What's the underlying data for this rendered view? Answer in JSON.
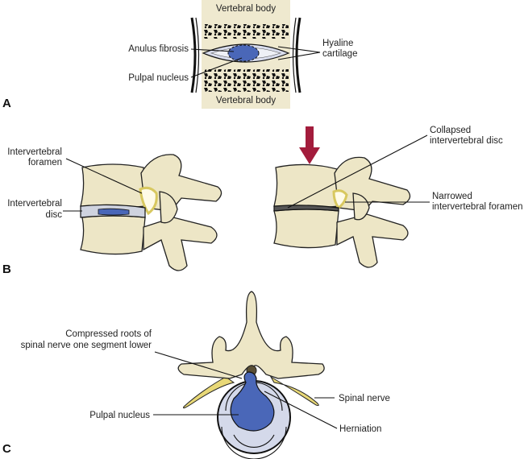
{
  "panels": {
    "a": {
      "letter": "A",
      "labels": {
        "top_body": "Vertebral body",
        "bottom_body": "Vertebral body",
        "anulus": "Anulus fibrosis",
        "nucleus": "Pulpal nucleus",
        "hyaline_1": "Hyaline",
        "hyaline_2": "cartilage"
      }
    },
    "b": {
      "letter": "B",
      "labels": {
        "foramen_1": "Intervertebral",
        "foramen_2": "foramen",
        "disc_1": "Intervertebral",
        "disc_2": "disc",
        "collapsed_1": "Collapsed",
        "collapsed_2": "intervertebral disc",
        "narrowed_1": "Narrowed",
        "narrowed_2": "intervertebral foramen"
      }
    },
    "c": {
      "letter": "C",
      "labels": {
        "compressed_1": "Compressed roots of",
        "compressed_2": "spinal nerve one segment lower",
        "spinal_nerve": "Spinal nerve",
        "nucleus": "Pulpal nucleus",
        "herniation": "Herniation"
      }
    }
  },
  "colors": {
    "bone": "#ede6c6",
    "nucleus": "#4a67b8",
    "disc": "#d4d9ea",
    "nerve": "#e8d877",
    "arrow": "#a31c3c"
  }
}
